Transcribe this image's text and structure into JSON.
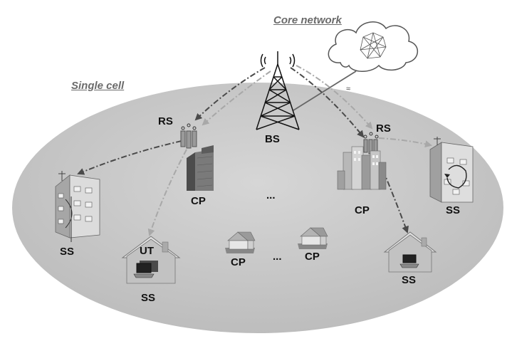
{
  "titles": {
    "core_network": "Core network",
    "single_cell": "Single cell"
  },
  "labels": {
    "bs": "BS",
    "rs_left": "RS",
    "rs_right": "RS",
    "cp_left_building": "CP",
    "cp_right_building": "CP",
    "cp_house_left": "CP",
    "cp_house_right": "CP",
    "ss_left_building": "SS",
    "ss_right_building": "SS",
    "ss_house_left": "SS",
    "ss_house_right": "SS",
    "ut": "UT",
    "ellipsis_top": "...",
    "ellipsis_bottom": "..."
  },
  "colors": {
    "cell_fill": "#c9c9c9",
    "link_dark": "#4a4a4a",
    "link_light": "#a8a8a8",
    "title_gray": "#6b6b6b"
  },
  "icons": [
    "cloud-icon",
    "tower-icon",
    "relay-antenna-icon",
    "building-icon",
    "house-icon",
    "laptop-icon"
  ]
}
